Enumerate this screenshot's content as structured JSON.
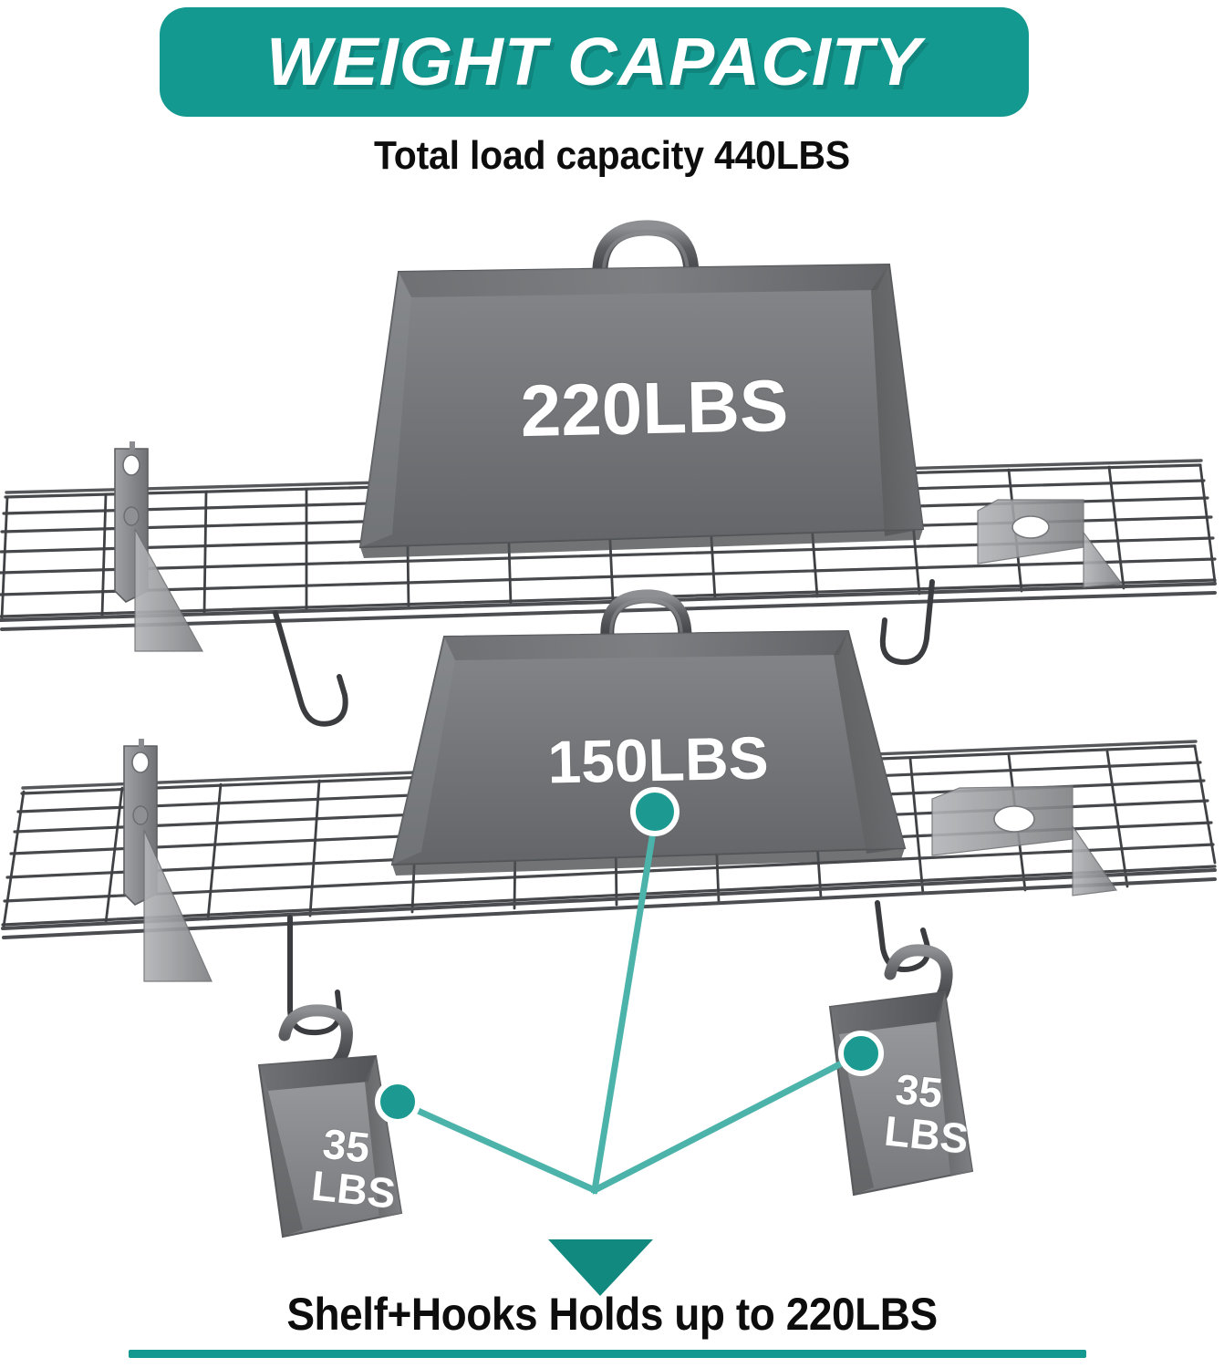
{
  "header": {
    "title": "WEIGHT CAPACITY",
    "banner_color": "#139990"
  },
  "subtitle": "Total load capacity 440LBS",
  "bottom": {
    "caption": "Shelf+Hooks Holds up to 220LBS",
    "rule_color": "#139990",
    "arrow_color": "#11897F"
  },
  "illustration": {
    "title": "Two wall-mounted wire shelves each loaded with a weight block, with S-hooks hanging below carrying smaller weights",
    "accent_color": "#139990",
    "line_color": "#4CB3AA",
    "metal_dark": "#3c3c3c",
    "metal_mid": "#6f7173",
    "metal_light": "#9a9c9f",
    "shelves": [
      {
        "name": "upper-shelf",
        "weight_label": "220LBS",
        "hooks": 2
      },
      {
        "name": "lower-shelf",
        "weight_label": "150LBS",
        "hooks": 2
      }
    ],
    "weights": [
      {
        "name": "upper-shelf-weight",
        "label": "220LBS"
      },
      {
        "name": "lower-shelf-weight",
        "label": "150LBS",
        "callout": true
      },
      {
        "name": "left-hook-weight",
        "label_line1": "35",
        "label_line2": "LBS",
        "callout": true
      },
      {
        "name": "right-hook-weight",
        "label_line1": "35",
        "label_line2": "LBS",
        "callout": true
      }
    ],
    "callout_note": "Three teal leader lines converge below the shelves and point to the summary caption"
  }
}
